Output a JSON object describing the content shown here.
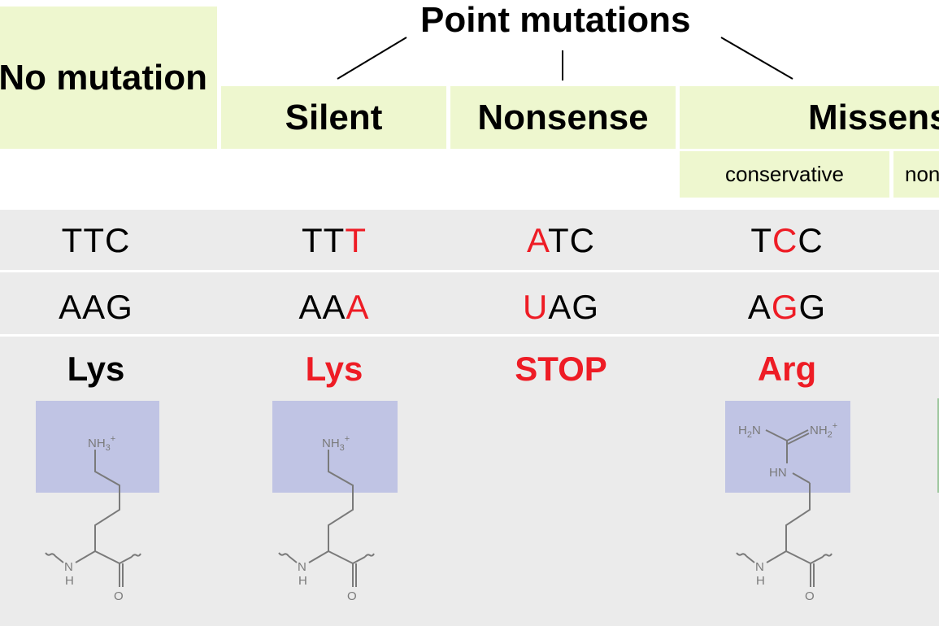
{
  "title": "Point mutations",
  "columns": {
    "no_mutation": "No mutation",
    "silent": "Silent",
    "nonsense": "Nonsense",
    "missense": "Missense",
    "missense_sub": [
      "conservative",
      "non-conservative"
    ]
  },
  "dna_row": [
    {
      "normal": "TTC",
      "red": ""
    },
    {
      "normal": "TT",
      "red": "T"
    },
    {
      "pre": "",
      "red": "A",
      "post": "TC"
    },
    {
      "pre": "T",
      "red": "C",
      "post": "C"
    }
  ],
  "mrna_row": [
    {
      "normal": "AAG",
      "red": ""
    },
    {
      "normal": "AA",
      "red": "A"
    },
    {
      "pre": "",
      "red": "U",
      "post": "AG"
    },
    {
      "pre": "A",
      "red": "G",
      "post": "G"
    }
  ],
  "amino_acids": [
    "Lys",
    "Lys",
    "STOP",
    "Arg"
  ],
  "structure_labels": {
    "lys_amine": "NH3+",
    "backbone_nh": "N",
    "backbone_h": "H",
    "backbone_o": "O",
    "arg_h2n": "H2N",
    "arg_nh2": "NH2+",
    "arg_hn": "HN"
  },
  "colors": {
    "header_bg": "#eef7cf",
    "panel_bg": "#ebebeb",
    "sidechain_box": "#c0c4e4",
    "mutation_red": "#ee1c25"
  }
}
